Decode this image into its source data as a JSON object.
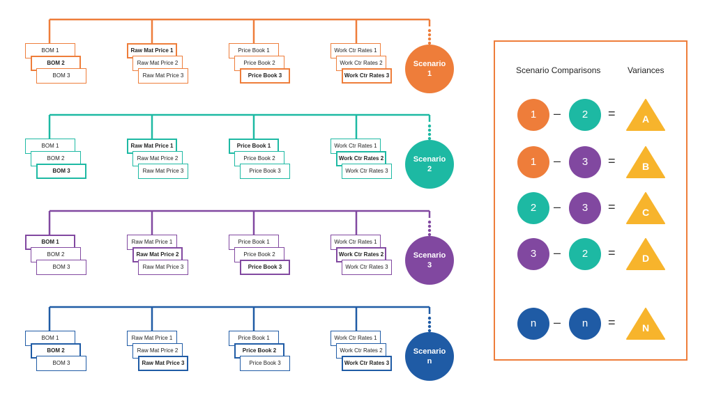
{
  "colors": {
    "orange": "#EE7D3A",
    "teal": "#1DB9A3",
    "purple": "#8148A0",
    "blue": "#1F5BA5",
    "yellow": "#F7B42C"
  },
  "scenarios": [
    {
      "color": "#EE7D3A",
      "label_line1": "Scenario",
      "label_line2": "1",
      "groups": [
        {
          "items": [
            "BOM 1",
            "BOM 2",
            "BOM 3"
          ],
          "selected": 1
        },
        {
          "items": [
            "Raw Mat Price 1",
            "Raw Mat Price 2",
            "Raw Mat Price 3"
          ],
          "selected": 0
        },
        {
          "items": [
            "Price Book 1",
            "Price Book 2",
            "Price Book 3"
          ],
          "selected": 2
        },
        {
          "items": [
            "Work Ctr Rates 1",
            "Work Ctr Rates 2",
            "Work Ctr Rates 3"
          ],
          "selected": 2
        }
      ]
    },
    {
      "color": "#1DB9A3",
      "label_line1": "Scenario",
      "label_line2": "2",
      "groups": [
        {
          "items": [
            "BOM 1",
            "BOM 2",
            "BOM 3"
          ],
          "selected": 2
        },
        {
          "items": [
            "Raw Mat Price 1",
            "Raw Mat Price 2",
            "Raw Mat Price 3"
          ],
          "selected": 0
        },
        {
          "items": [
            "Price Book 1",
            "Price Book 2",
            "Price Book 3"
          ],
          "selected": 0
        },
        {
          "items": [
            "Work Ctr Rates 1",
            "Work Ctr Rates 2",
            "Work Ctr Rates 3"
          ],
          "selected": 1
        }
      ]
    },
    {
      "color": "#8148A0",
      "label_line1": "Scenario",
      "label_line2": "3",
      "groups": [
        {
          "items": [
            "BOM 1",
            "BOM 2",
            "BOM 3"
          ],
          "selected": 0
        },
        {
          "items": [
            "Raw Mat Price 1",
            "Raw Mat Price 2",
            "Raw Mat Price 3"
          ],
          "selected": 1
        },
        {
          "items": [
            "Price Book 1",
            "Price Book 2",
            "Price Book 3"
          ],
          "selected": 2
        },
        {
          "items": [
            "Work Ctr Rates 1",
            "Work Ctr Rates 2",
            "Work Ctr Rates 3"
          ],
          "selected": 1
        }
      ]
    },
    {
      "color": "#1F5BA5",
      "label_line1": "Scenario",
      "label_line2": "n",
      "groups": [
        {
          "items": [
            "BOM 1",
            "BOM 2",
            "BOM 3"
          ],
          "selected": 1
        },
        {
          "items": [
            "Raw Mat Price 1",
            "Raw Mat Price 2",
            "Raw Mat Price 3"
          ],
          "selected": 2
        },
        {
          "items": [
            "Price Book 1",
            "Price Book 2",
            "Price Book 3"
          ],
          "selected": 1
        },
        {
          "items": [
            "Work Ctr Rates 1",
            "Work Ctr Rates 2",
            "Work Ctr Rates 3"
          ],
          "selected": 2
        }
      ]
    }
  ],
  "legend": {
    "title_comparisons": "Scenario Comparisons",
    "title_variances": "Variances",
    "minus": "–",
    "equals": "=",
    "rows": [
      {
        "left": "1",
        "left_color": "#EE7D3A",
        "right": "2",
        "right_color": "#1DB9A3",
        "variance": "A"
      },
      {
        "left": "1",
        "left_color": "#EE7D3A",
        "right": "3",
        "right_color": "#8148A0",
        "variance": "B"
      },
      {
        "left": "2",
        "left_color": "#1DB9A3",
        "right": "3",
        "right_color": "#8148A0",
        "variance": "C"
      },
      {
        "left": "3",
        "left_color": "#8148A0",
        "right": "2",
        "right_color": "#1DB9A3",
        "variance": "D"
      },
      {
        "left": "n",
        "left_color": "#1F5BA5",
        "right": "n",
        "right_color": "#1F5BA5",
        "variance": "N"
      }
    ]
  }
}
